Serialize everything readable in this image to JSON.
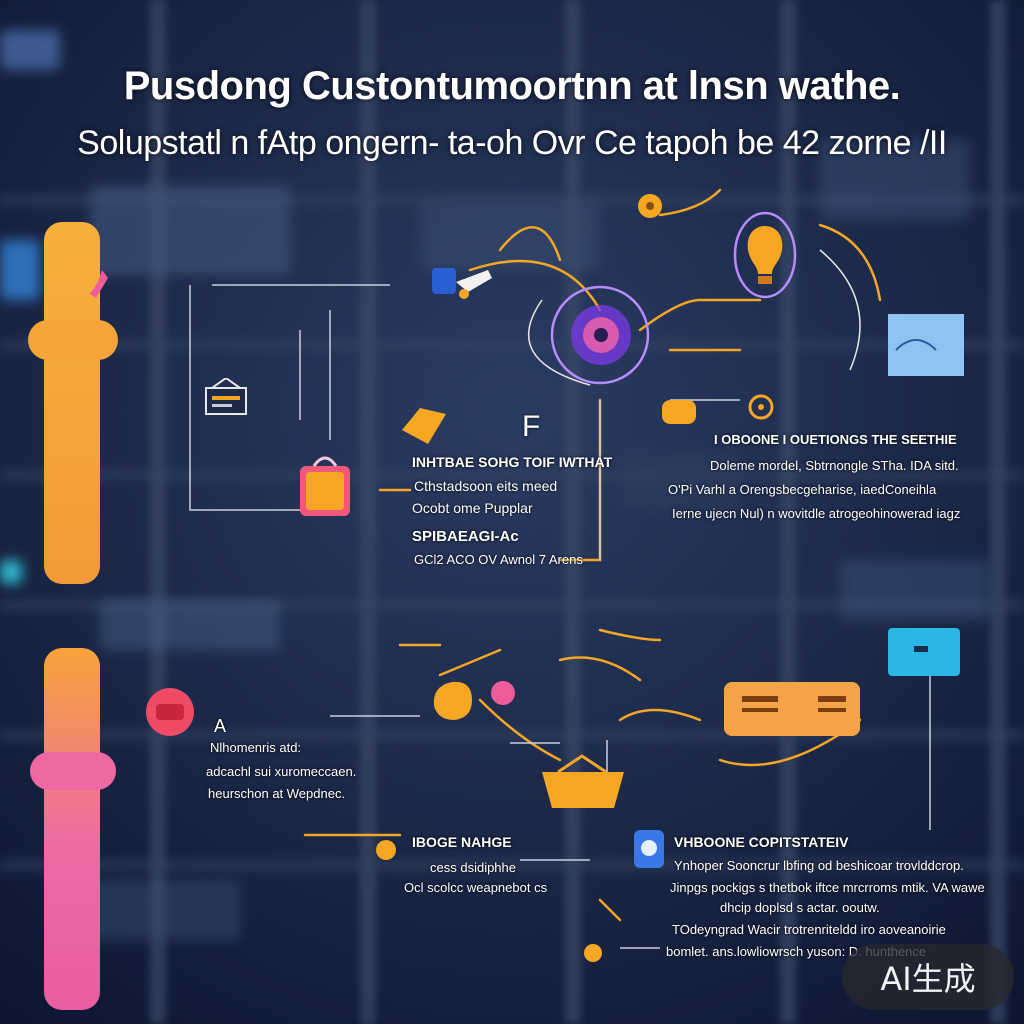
{
  "title": "Pusdong Custontumoortnn at lnsn wathe.",
  "subtitle": "Solupstatl n fAtp ongern- ta-oh  Ovr Ce tapoh be 42 zorne /II",
  "colors": {
    "orange": "#f5a623",
    "pink": "#ec5c9c",
    "purple": "#9b4dff",
    "cyan": "#2bb7e6",
    "background": "#0f1a33"
  },
  "top_center": {
    "glyph": "F",
    "heading": "INHTBAE SOHG  TOIF IWTHAT",
    "lines": [
      "Cthstadsoon eits meed",
      "Ocobt ome Pupplar"
    ],
    "heading2": "SPIBAEAGI-Ac",
    "line3": "GCl2 ACO  OV  Awnol 7 Arens"
  },
  "top_right": {
    "heading": "I OBOONE  I OUETIONGS  THE SEETHIE",
    "lines": [
      "Doleme mordel, Sbtrnongle STha. IDA sitd.",
      "O'Pi Varhl a Orengsbecgeharise, iaedConeihla",
      "Ierne ujecn Nul) n wovitdle atrogeohinowerad iagz"
    ]
  },
  "bottom_left": {
    "glyph": "A",
    "lines": [
      "Nlhomenris atd:",
      "adcachl sui xuromeccaen.",
      "heurschon at Wepdnec."
    ]
  },
  "bottom_center": {
    "heading": "IBOGE NAHGE",
    "lines": [
      "cess dsidiphhe",
      "Ocl scolcc weapnebot cs"
    ]
  },
  "bottom_right": {
    "heading": "VHBOONE COPITSTATEIV",
    "lines": [
      "Ynhoper Sooncrur lbfing od beshicoar trovlddcrop.",
      "Jinpgs pockigs s thetbok iftce mrcrroms mtik. VA wawe",
      "dhcip doplsd s actar. ooutw.",
      "TOdeyngrad Wacir trotrenriteldd iro aoveanoirie",
      "bomlet. ans.lowliowrsch yuson: D. hunthence"
    ]
  },
  "icons": [
    "hand-pointer-icon",
    "monitor-icon",
    "brain-lightbulb-icon",
    "gear-icon",
    "document-icon",
    "robot-head-icon",
    "shopping-bag-icon",
    "lightbulb-icon",
    "laptop-icon",
    "chat-bubble-icon",
    "basket-icon",
    "card-icon",
    "person-icon"
  ],
  "watermark": "AI生成"
}
